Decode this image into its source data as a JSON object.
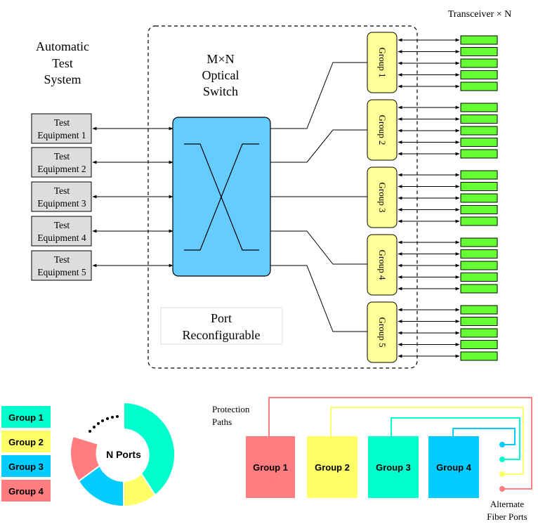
{
  "ats_title": [
    "Automatic",
    "Test",
    "System"
  ],
  "switch_title": [
    "M×N",
    "Optical",
    "Switch"
  ],
  "port_reconfig": [
    "Port",
    "Reconfigurable"
  ],
  "transceiver_label": "Transceiver × N",
  "test_equipment": [
    {
      "line1": "Test",
      "line2": "Equipment 1"
    },
    {
      "line1": "Test",
      "line2": "Equipment 2"
    },
    {
      "line1": "Test",
      "line2": "Equipment 3"
    },
    {
      "line1": "Test",
      "line2": "Equipment 4"
    },
    {
      "line1": "Test",
      "line2": "Equipment 5"
    }
  ],
  "right_groups": [
    "Group 1",
    "Group 2",
    "Group 3",
    "Group 4",
    "Group 5"
  ],
  "legend": [
    {
      "label": "Group 1",
      "color": "#00FFCC"
    },
    {
      "label": "Group 2",
      "color": "#FFFF66"
    },
    {
      "label": "Group 3",
      "color": "#00CCFF"
    },
    {
      "label": "Group 4",
      "color": "#FF7C80"
    }
  ],
  "donut_label": "N Ports",
  "protection_label": [
    "Protection",
    "Paths"
  ],
  "bottom_groups": [
    {
      "label": "Group 1",
      "color": "#FF7C80"
    },
    {
      "label": "Group 2",
      "color": "#FFFF66"
    },
    {
      "label": "Group 3",
      "color": "#00FFCC"
    },
    {
      "label": "Group 4",
      "color": "#00CCFF"
    }
  ],
  "alternate_label": [
    "Alternate",
    "Fiber Ports"
  ],
  "colors": {
    "switch_fill": "#66CCFF",
    "group_fill": "#FFFF99",
    "transceiver_fill": "#66FF33",
    "equipment_fill": "#DDDDDD"
  }
}
